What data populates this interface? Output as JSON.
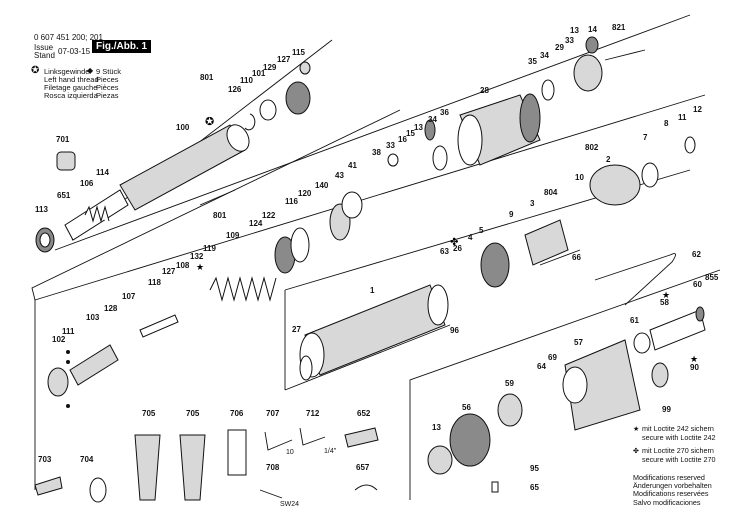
{
  "header": {
    "doc_number": "0 607 451 200; 201",
    "issue_label": "Issue",
    "stand_label": "Stand",
    "date": "07-03-15",
    "figure": "Fig./Abb. 1"
  },
  "legend_left": {
    "symbol": "✪",
    "lines": [
      "Linksgewinde",
      "Left hand thread",
      "Filetage gauche",
      "Rosca izquierda"
    ]
  },
  "legend_right": {
    "symbol": "◆",
    "lines": [
      "9 Stück",
      "Pieces",
      "Pièces",
      "Piezas"
    ]
  },
  "notes": {
    "star_symbol": "★",
    "loctite242": [
      "mit Loctite 242 sichern",
      "secure with Loctite 242"
    ],
    "clover_symbol": "✤",
    "loctite270": [
      "mit Loctite 270 sichern",
      "secure with Loctite 270"
    ],
    "modifications": [
      "Modifications reserved",
      "Änderungen vorbehalten",
      "Modifications reservées",
      "Salvo modificaciones"
    ]
  },
  "tool_marks": {
    "hex10": "10",
    "hex14": "1/4\"",
    "wrench": "SW24"
  },
  "parts": {
    "p14": "14",
    "p801": "801",
    "p115": "115",
    "p127": "127",
    "p129": "129",
    "p101": "101",
    "p110": "110",
    "p126": "126",
    "p100": "100",
    "p701": "701",
    "p114": "114",
    "p106": "106",
    "p651": "651",
    "p113": "113",
    "p821": "821",
    "p13": "13",
    "p33": "33",
    "p29": "29",
    "p34": "34",
    "p35": "35",
    "p28": "28",
    "p36": "36",
    "p15": "15",
    "p16": "16",
    "p38": "38",
    "p41": "41",
    "p43": "43",
    "p140": "140",
    "p120": "120",
    "p116": "116",
    "p122": "122",
    "p124": "124",
    "p109": "109",
    "p119": "119",
    "p132": "132",
    "p108": "108",
    "p127b": "127",
    "p118": "118",
    "p128": "128",
    "p107": "107",
    "p103": "103",
    "p111": "111",
    "p102": "102",
    "p12": "12",
    "p11": "11",
    "p8": "8",
    "p7": "7",
    "p802": "802",
    "p2": "2",
    "p10": "10",
    "p804": "804",
    "p3": "3",
    "p9": "9",
    "p5": "5",
    "p4": "4",
    "p26": "26",
    "p63": "63",
    "p66": "66",
    "p62": "62",
    "p1": "1",
    "p96": "96",
    "p27": "27",
    "p855": "855",
    "p60": "60",
    "p58": "58",
    "p61": "61",
    "p57": "57",
    "p69": "69",
    "p64": "64",
    "p59": "59",
    "p90": "90",
    "p56": "56",
    "p13b": "13",
    "p99": "99",
    "p95": "95",
    "p65": "65",
    "p705a": "705",
    "p705b": "705",
    "p706": "706",
    "p707": "707",
    "p712": "712",
    "p652": "652",
    "p703": "703",
    "p704": "704",
    "p708": "708",
    "p657": "657"
  }
}
